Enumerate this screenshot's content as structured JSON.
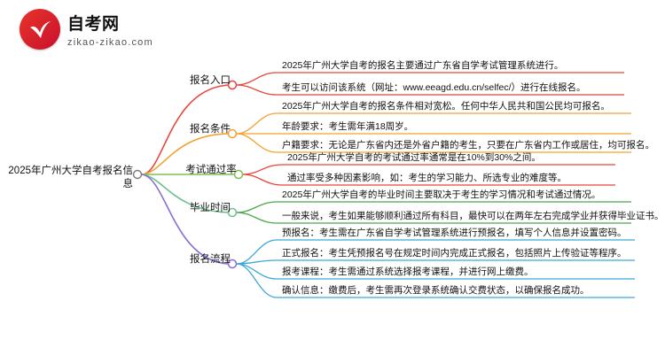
{
  "logo": {
    "title": "自考网",
    "subtitle": "zikao-zikao.com",
    "mark_icon": "red-circle-check-logo-icon"
  },
  "mindmap": {
    "root": "2025年广州大学自考报名信息",
    "branches": [
      {
        "label": "报名入口",
        "color": "#e8453c",
        "items": [
          "2025年广州大学自考的报名主要通过广东省自学考试管理系统进行。",
          "考生可以访问该系统（网址：www.eeagd.edu.cn/selfec/）进行在线报名。"
        ]
      },
      {
        "label": "报名条件",
        "color": "#f0a330",
        "items": [
          "2025年广州大学自考的报名条件相对宽松。任何中华人民共和国公民均可报名。",
          "年龄要求：考生需年满18周岁。",
          "户籍要求：无论是广东省内还是外省户籍的考生，只要在广东省内工作或居住，均可报名。"
        ]
      },
      {
        "label": "考试通过率",
        "color": "#e8453c",
        "items": [
          "2025年广州大学自考的考试通过率通常是在10%到30%之间。",
          "通过率受多种因素影响，如：考生的学习能力、所选专业的难度等。"
        ]
      },
      {
        "label": "毕业时间",
        "color": "#4aa84a",
        "items": [
          "2025年广州大学自考的毕业时间主要取决于考生的学习情况和考试通过情况。",
          "一般来说，考生如果能够顺利通过所有科目，最快可以在两年左右完成学业并获得毕业证书。"
        ]
      },
      {
        "label": "报名流程",
        "color": "#3fa9d6",
        "items": [
          "预报名：考生需在广东省自学考试管理系统进行预报名，填写个人信息并设置密码。",
          "正式报名：考生凭预报名号在规定时间内完成正式报名，包括照片上传验证等程序。",
          "报考课程：考生需通过系统选择报考课程，并进行网上缴费。",
          "确认信息：缴费后，考生需再次登录系统确认交费状态，以确保报名成功。"
        ]
      }
    ]
  }
}
